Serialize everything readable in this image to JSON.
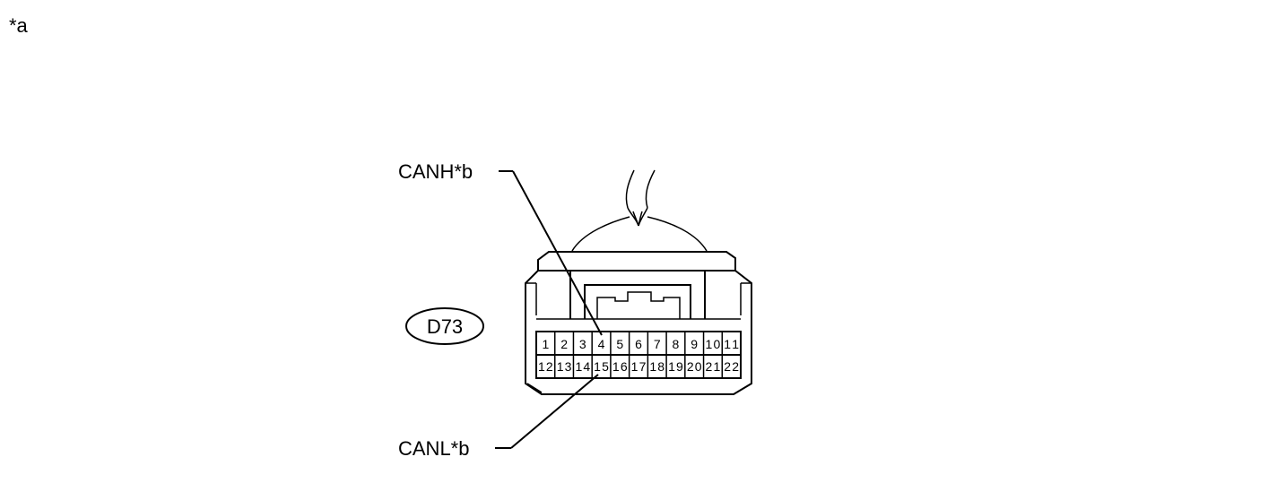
{
  "corner_label": "*a",
  "connector_label": "D73",
  "callouts": {
    "canh": "CANH*b",
    "canl": "CANL*b"
  },
  "pins_top": [
    "1",
    "2",
    "3",
    "4",
    "5",
    "6",
    "7",
    "8",
    "9",
    "10",
    "11"
  ],
  "pins_bottom": [
    "12",
    "13",
    "14",
    "15",
    "16",
    "17",
    "18",
    "19",
    "20",
    "21",
    "22"
  ]
}
